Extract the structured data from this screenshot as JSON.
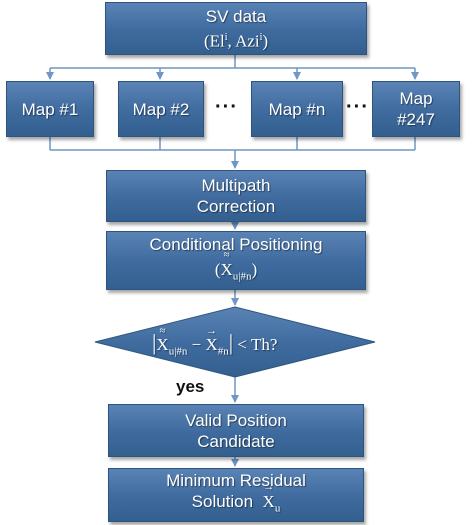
{
  "nodes": {
    "sv_data": {
      "line1": "SV data",
      "el": "El",
      "el_sup": "i",
      "azi": "Azi",
      "azi_sup": "i"
    },
    "map1": "Map #1",
    "map2": "Map #2",
    "mapn": "Map #n",
    "map247_line1": "Map",
    "map247_line2": "#247",
    "ellipsis": "···",
    "multipath_line1": "Multipath",
    "multipath_line2": "Correction",
    "conditional_line1": "Conditional Positioning",
    "conditional_x": "X",
    "conditional_sub": "u|#n",
    "decision_x1": "X",
    "decision_sub1": "u|#n",
    "decision_minus": "−",
    "decision_x2": "X",
    "decision_sub2": "#n",
    "decision_lt": "< Th?",
    "yes_label": "yes",
    "valid_line1": "Valid Position",
    "valid_line2": "Candidate",
    "minres_line1": "Minimum Residual",
    "minres_line2": "Solution",
    "minres_x": "X",
    "minres_sub": "u"
  },
  "colors": {
    "box": "#3e6a9e",
    "line": "#6f96c4",
    "text": "#ffffff"
  }
}
